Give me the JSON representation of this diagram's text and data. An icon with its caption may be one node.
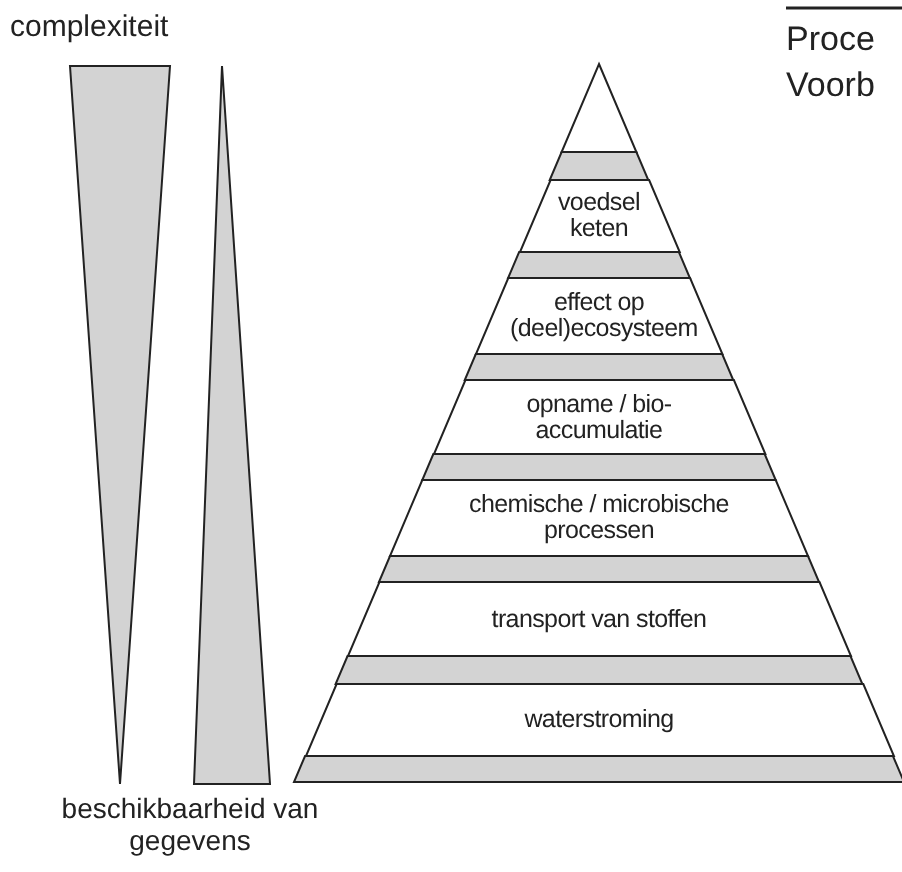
{
  "diagram": {
    "nodes": [
      {
        "text": [
          "voedsel keten"
        ]
      },
      {
        "text": [
          "effect op (deel)ecosysteem"
        ]
      },
      {
        "text": [
          "opname / bio-accumulatie"
        ]
      },
      {
        "text": [
          "chemische / microbische processen"
        ]
      },
      {
        "text": [
          "transport van stoffen"
        ]
      },
      {
        "text": [
          "waterstroming"
        ]
      }
    ],
    "edges": [],
    "labels": [
      "complexiteit",
      "Proce",
      "Voorb",
      "beschikbaarheid van gegevens"
    ]
  }
}
